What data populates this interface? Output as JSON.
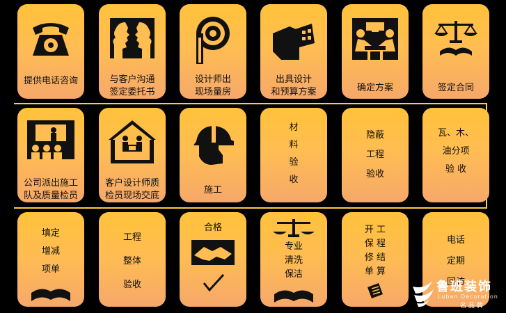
{
  "steps": [
    {
      "id": 1,
      "label": "提供电话咨询",
      "icon": "telephone-icon"
    },
    {
      "id": 2,
      "label": "与客户沟通\n签定委托书",
      "icon": "two-faces-icon"
    },
    {
      "id": 3,
      "label": "设计师出\n现场量房",
      "icon": "tape-measure-icon"
    },
    {
      "id": 4,
      "label": "出具设计\n和预算方案",
      "icon": "blueprint-icon"
    },
    {
      "id": 5,
      "label": "确定方案",
      "icon": "meeting-icon"
    },
    {
      "id": 6,
      "label": "签定合同",
      "icon": "scales-book-icon"
    },
    {
      "id": 7,
      "label": "瓦、木、\n油分项\n验  收",
      "icon": ""
    },
    {
      "id": 8,
      "label": "隐蔽\n工程\n验收",
      "icon": ""
    },
    {
      "id": 9,
      "label": "材\n料\n验\n收",
      "icon": ""
    },
    {
      "id": 10,
      "label": "施工",
      "icon": "hard-hat-icon"
    },
    {
      "id": 11,
      "label": "客户设计师质\n检员现场交底",
      "icon": "house-people-icon"
    },
    {
      "id": 12,
      "label": "公司派出施工\n队及质量检员",
      "icon": "presentation-icon"
    },
    {
      "id": 13,
      "label": "填定\n增减\n项单",
      "icon": "open-book-icon"
    },
    {
      "id": 14,
      "label": "工程\n整体\n验收",
      "icon": ""
    },
    {
      "id": 15,
      "label": "合格",
      "icon": "handshake-check-icon"
    },
    {
      "id": 16,
      "label": "专业\n清洗\n保洁",
      "icon": "scales-book-icon"
    },
    {
      "id": 17,
      "label": "开  工\n保  程\n修  结\n单  算",
      "icon": "document-icon"
    },
    {
      "id": 18,
      "label": "电话\n定期\n回访",
      "icon": ""
    }
  ],
  "logo": {
    "brand": "鲁班装饰",
    "subtitle": "Luban Decoration",
    "tagline": "名 品 牌"
  },
  "colors": {
    "card_top": "#ffc23a",
    "card_bottom": "#f6a86a",
    "line": "#ffcf3c",
    "background": "#000000"
  }
}
